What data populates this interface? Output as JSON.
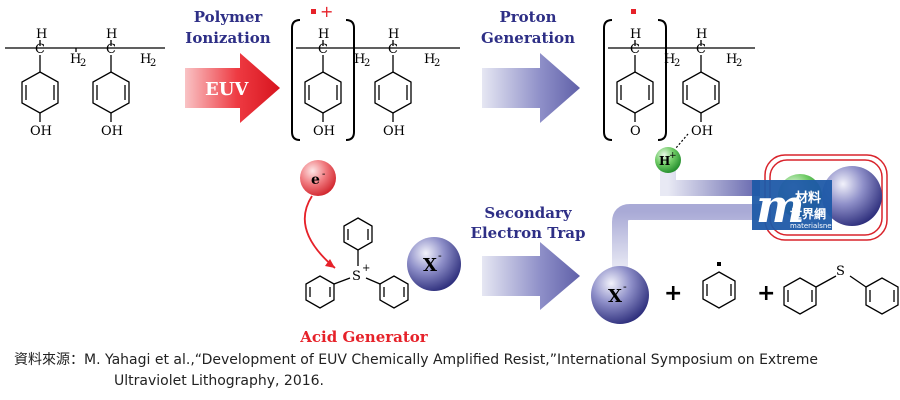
{
  "labels": {
    "step1": [
      "Polymer",
      "Ionization"
    ],
    "step2": [
      "Proton",
      "Generation"
    ],
    "step3": [
      "Secondary",
      "Electron Trap"
    ],
    "euv": "EUV",
    "acid_generator": "Acid Generator"
  },
  "atoms": {
    "H": "H",
    "C": "C",
    "H2": "H",
    "sub2": "2",
    "OH": "OH",
    "O": "O",
    "S": "S",
    "plus": "+",
    "minus": "-"
  },
  "species": {
    "electron": "e",
    "electron_charge": "-",
    "anion": "X",
    "anion_charge": "-",
    "proton": "H",
    "proton_charge": "+",
    "plus_sign": "+",
    "radical_cation": "+"
  },
  "logo": {
    "line1": "材料",
    "line2": "世界網",
    "site": "materialsnet"
  },
  "caption": {
    "prefix": "資料來源：",
    "line1": "M. Yahagi et al.,“Development of EUV Chemically Amplified Resist,”International Symposium on Extreme",
    "line2": "Ultraviolet Lithography, 2016."
  },
  "colors": {
    "label_blue": "#2e2f86",
    "euv_red": "#e8202b",
    "acid_red": "#e62129",
    "arrow_blue": "#6b6cb2"
  }
}
